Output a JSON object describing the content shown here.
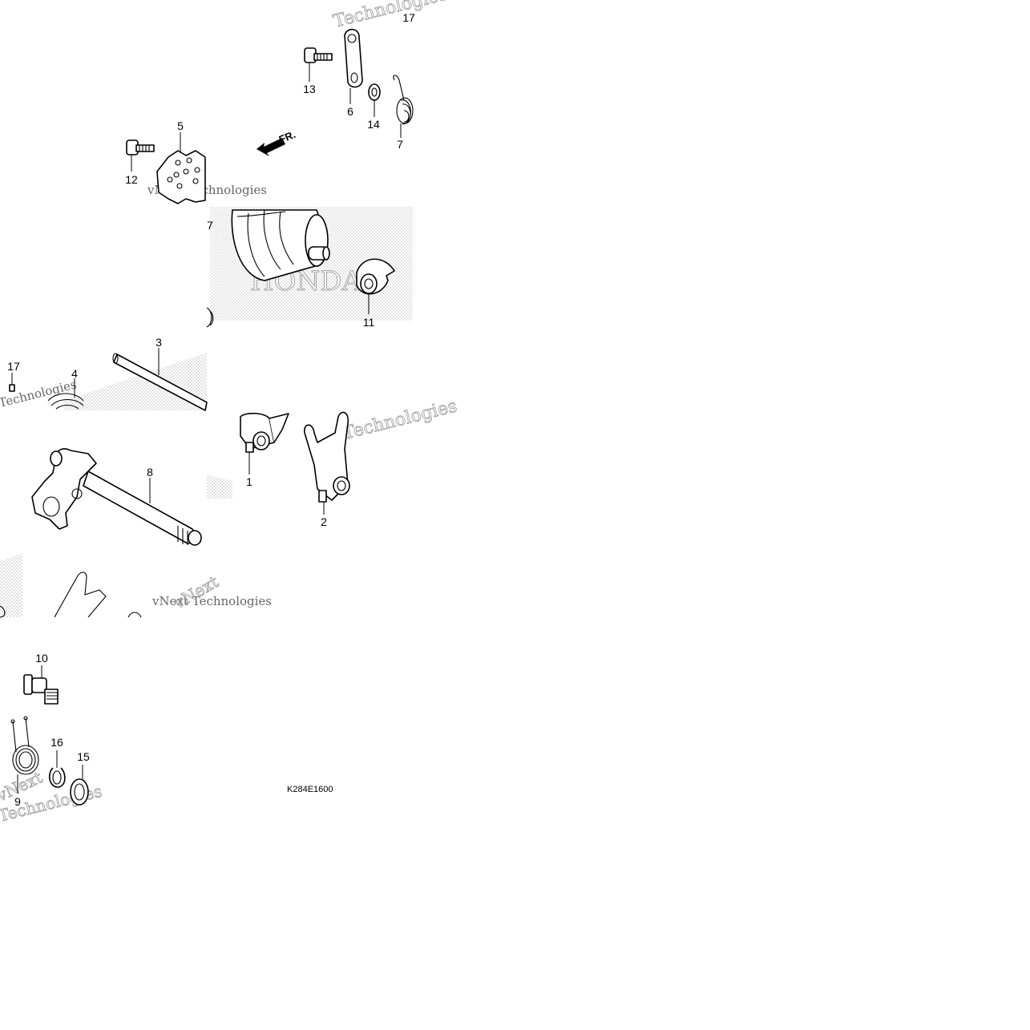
{
  "diagram": {
    "code": "K284E1600",
    "watermark_texts": [
      "vNext Technologies",
      "Technologies",
      "vNext",
      "HONDA"
    ],
    "callouts": {
      "c1": "1",
      "c2": "2",
      "c3": "3",
      "c4": "4",
      "c5": "5",
      "c6": "6",
      "c7a": "7",
      "c7b": "7",
      "c8": "8",
      "c9": "9",
      "c10": "10",
      "c11": "11",
      "c12": "12",
      "c13": "13",
      "c14": "14",
      "c15": "15",
      "c16": "16",
      "c17": "17",
      "c17top": "17",
      "fr": "FR."
    }
  }
}
